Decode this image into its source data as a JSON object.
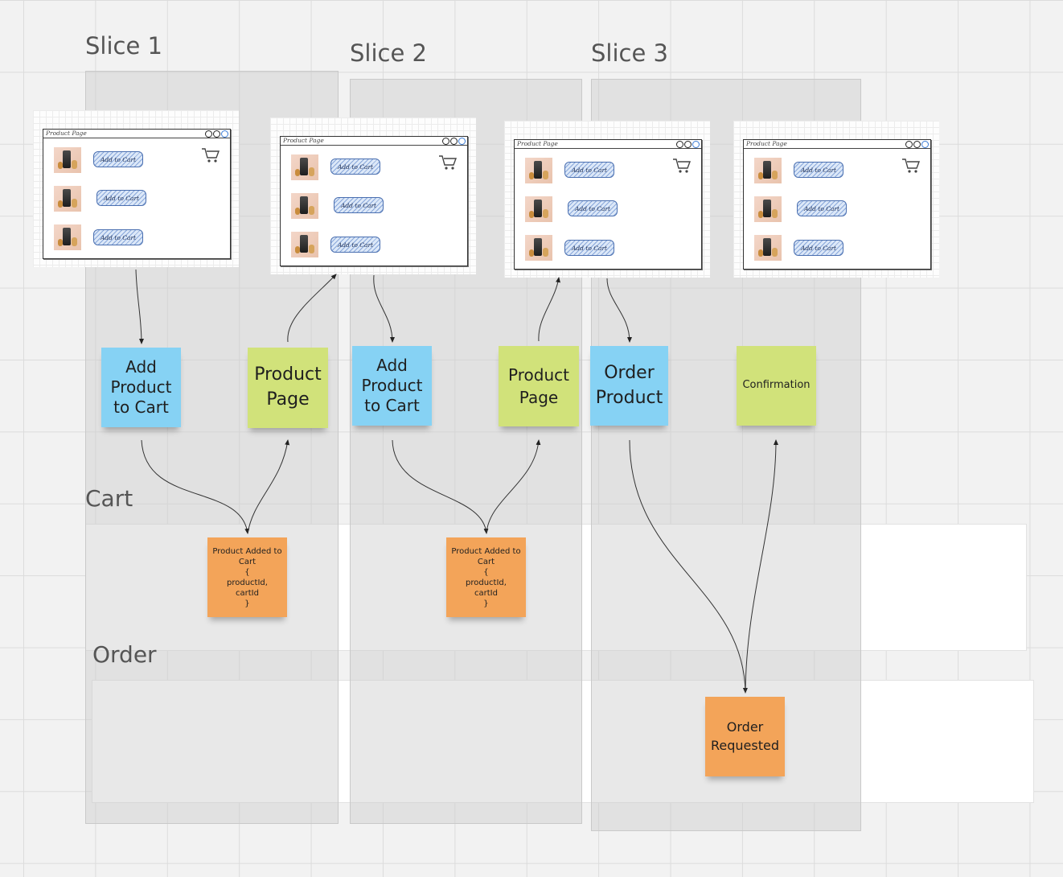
{
  "slices": [
    {
      "title": "Slice 1"
    },
    {
      "title": "Slice 2"
    },
    {
      "title": "Slice 3"
    }
  ],
  "lanes": [
    {
      "title": "Cart"
    },
    {
      "title": "Order"
    }
  ],
  "mockups": [
    {
      "window_title": "Product Page",
      "button_label": "Add to Cart"
    },
    {
      "window_title": "Product Page",
      "button_label": "Add to Cart"
    },
    {
      "window_title": "Product Page",
      "button_label": "Add to Cart"
    },
    {
      "window_title": "Product Page",
      "button_label": "Add to Cart"
    }
  ],
  "stickies": {
    "s1_command": "Add\nProduct\nto Cart",
    "s1_view": "Product\nPage",
    "s2_command": "Add\nProduct\nto Cart",
    "s2_view": "Product\nPage",
    "s3_command": "Order\nProduct",
    "s3_view": "Confirmation",
    "event1": "Product Added to\nCart\n{\nproductId,\ncartId\n}",
    "event2": "Product Added to\nCart\n{\nproductId,\ncartId\n}",
    "event3": "Order\nRequested"
  },
  "colors": {
    "command": "#86d2f4",
    "view": "#d1e27a",
    "event": "#f3a459",
    "add_to_cart_button": "#dce8f8"
  },
  "icons": [
    "cart-icon",
    "minimize-icon",
    "maximize-icon",
    "close-icon",
    "arrow-icon"
  ]
}
